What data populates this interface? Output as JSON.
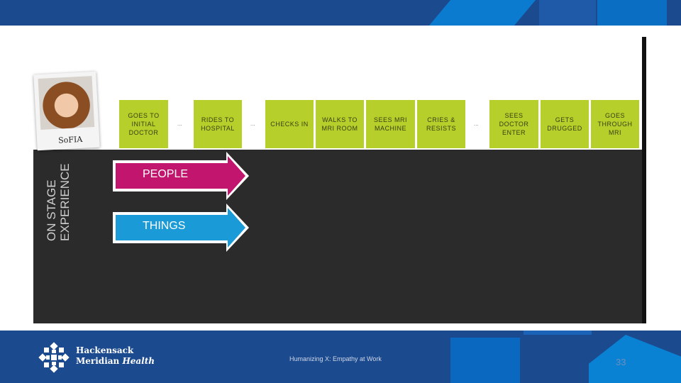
{
  "slide": {
    "persona_name": "SoFIA",
    "side_label": [
      "ON STAGE",
      "EXPERIENCE"
    ],
    "steps": [
      "Goes to initial doctor",
      "Rides to hospital",
      "Checks in",
      "Walks to MRI room",
      "Sees MRI machine",
      "Cries & resists",
      "Sees doctor enter",
      "Gets drugged",
      "Goes through MRI"
    ],
    "ellipsis": "...",
    "arrows": [
      {
        "label": "PEOPLE",
        "color": "#c1156e"
      },
      {
        "label": "THINGS",
        "color": "#1a9bd7"
      }
    ]
  },
  "footer": {
    "brand_line1": "Hackensack",
    "brand_line2_a": "Meridian ",
    "brand_line2_b": "Health",
    "caption": "Humanizing X: Empathy at Work",
    "page_number": "33"
  },
  "colors": {
    "navy": "#1c4a8e",
    "step_green": "#b6cf2a",
    "dark_panel": "#2b2b2b"
  }
}
